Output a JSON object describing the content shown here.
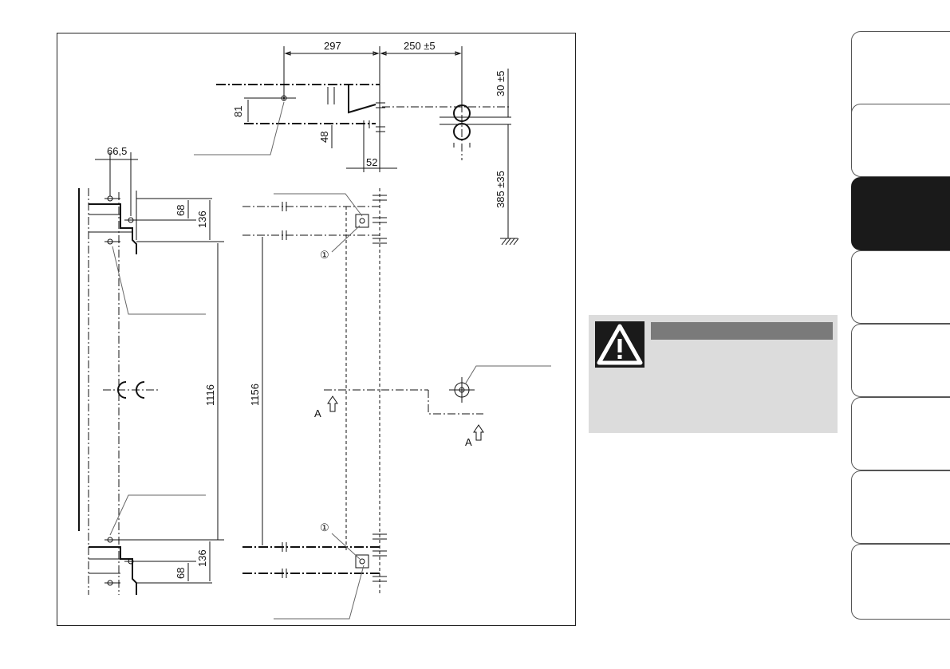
{
  "drawing": {
    "dimensions": {
      "d297": "297",
      "d250": "250 ±5",
      "d30": "30 ±5",
      "d81": "81",
      "d48": "48",
      "d52": "52",
      "d385": "385 ±35",
      "d66": "66,5",
      "d68_top": "68",
      "d136_top": "136",
      "d1116": "1116",
      "d1156": "1156",
      "d136_bottom": "136",
      "d68_bottom": "68"
    },
    "markers": {
      "circle1_top": "①",
      "circle1_bottom": "①",
      "section_a_left": "A",
      "section_a_right": "A"
    }
  },
  "warning": {
    "icon": "warning-triangle-icon",
    "title": "",
    "text": ""
  },
  "nav_tabs": [
    {
      "label": "",
      "active": false
    },
    {
      "label": "",
      "active": false
    },
    {
      "label": "",
      "active": true
    },
    {
      "label": "",
      "active": false
    },
    {
      "label": "",
      "active": false
    },
    {
      "label": "",
      "active": false
    },
    {
      "label": "",
      "active": false
    },
    {
      "label": "",
      "active": false
    }
  ]
}
